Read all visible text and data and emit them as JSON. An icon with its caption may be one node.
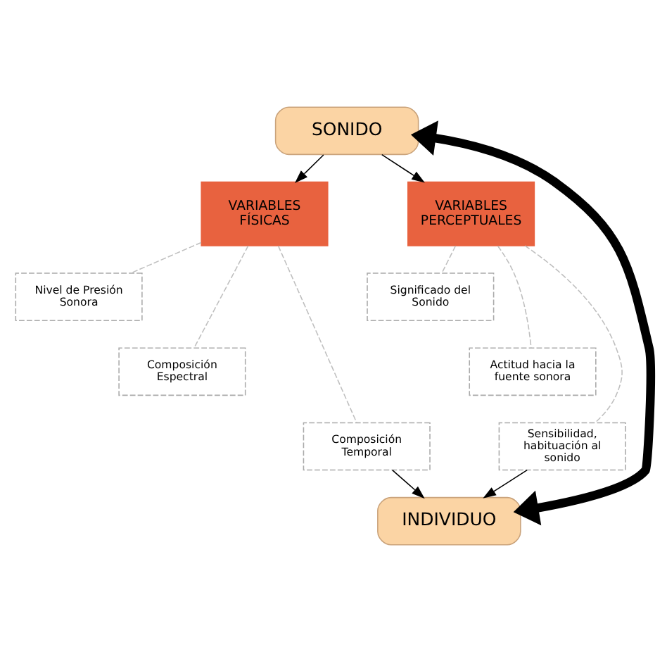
{
  "diagram": {
    "nodes": [
      {
        "text": [
          "SONIDO"
        ]
      },
      {
        "text": [
          "VARIABLES FÍSICAS"
        ]
      },
      {
        "text": [
          "VARIABLES PERCEPTUALES"
        ]
      },
      {
        "text": [
          "Nivel de Presión Sonora"
        ]
      },
      {
        "text": [
          "Composición Espectral"
        ]
      },
      {
        "text": [
          "Composición Temporal"
        ]
      },
      {
        "text": [
          "Significado del Sonido"
        ]
      },
      {
        "text": [
          "Actitud hacia la fuente sonora"
        ]
      },
      {
        "text": [
          "Sensibilidad, habituación al sonido"
        ]
      },
      {
        "text": [
          "INDIVIDUO"
        ]
      }
    ],
    "edges": [
      {
        "from": 0,
        "to": 1,
        "arrow": "to",
        "color": "#000000"
      },
      {
        "from": 0,
        "to": 2,
        "arrow": "to",
        "color": "#000000"
      },
      {
        "from": 1,
        "to": 3,
        "arrow": "none",
        "style": "dashed",
        "color": "#bfbfbf"
      },
      {
        "from": 1,
        "to": 4,
        "arrow": "none",
        "style": "dashed",
        "color": "#bfbfbf"
      },
      {
        "from": 1,
        "to": 5,
        "arrow": "none",
        "style": "dashed",
        "color": "#bfbfbf"
      },
      {
        "from": 2,
        "to": 6,
        "arrow": "none",
        "style": "dashed",
        "color": "#bfbfbf"
      },
      {
        "from": 2,
        "to": 7,
        "arrow": "none",
        "style": "dashed",
        "color": "#bfbfbf"
      },
      {
        "from": 2,
        "to": 8,
        "arrow": "none",
        "style": "dashed",
        "color": "#bfbfbf"
      },
      {
        "from": 5,
        "to": 9,
        "arrow": "to",
        "color": "#000000"
      },
      {
        "from": 8,
        "to": 9,
        "arrow": "to",
        "color": "#000000"
      },
      {
        "from": 0,
        "to": 9,
        "arrow": "both",
        "style": "thick",
        "color": "#000000"
      }
    ]
  }
}
